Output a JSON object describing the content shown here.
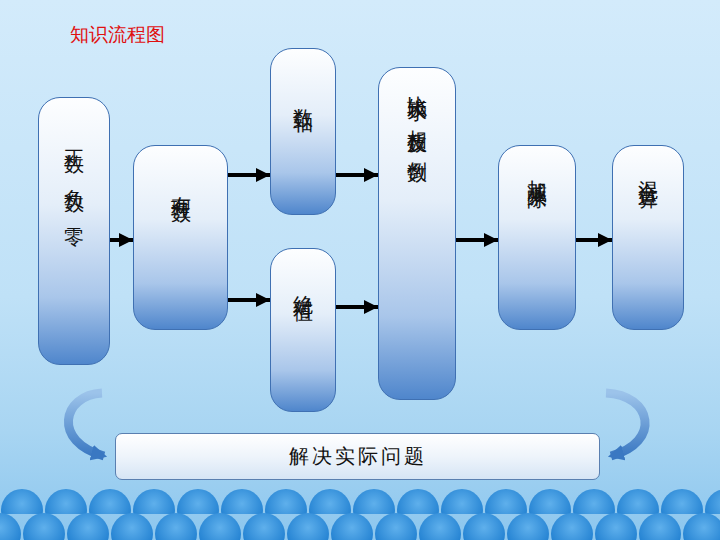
{
  "diagram": {
    "title": "知识流程图",
    "nodes": [
      {
        "text": [
          "正数 负数 零"
        ]
      },
      {
        "text": [
          "有理数"
        ]
      },
      {
        "text": [
          "数轴"
        ]
      },
      {
        "text": [
          "绝对值"
        ]
      },
      {
        "text": [
          "比较大小 相反数 倒数"
        ]
      },
      {
        "text": [
          "加减乘除"
        ]
      },
      {
        "text": [
          "混合运算"
        ]
      },
      {
        "text": [
          "解决实际问题"
        ]
      }
    ],
    "edges": [
      {
        "from": 0,
        "to": 1,
        "arrow": "to"
      },
      {
        "from": 1,
        "to": 2,
        "arrow": "to"
      },
      {
        "from": 1,
        "to": 3,
        "arrow": "to"
      },
      {
        "from": 2,
        "to": 4,
        "arrow": "to"
      },
      {
        "from": 3,
        "to": 4,
        "arrow": "to"
      },
      {
        "from": 4,
        "to": 5,
        "arrow": "to"
      },
      {
        "from": 5,
        "to": 6,
        "arrow": "to"
      }
    ]
  }
}
